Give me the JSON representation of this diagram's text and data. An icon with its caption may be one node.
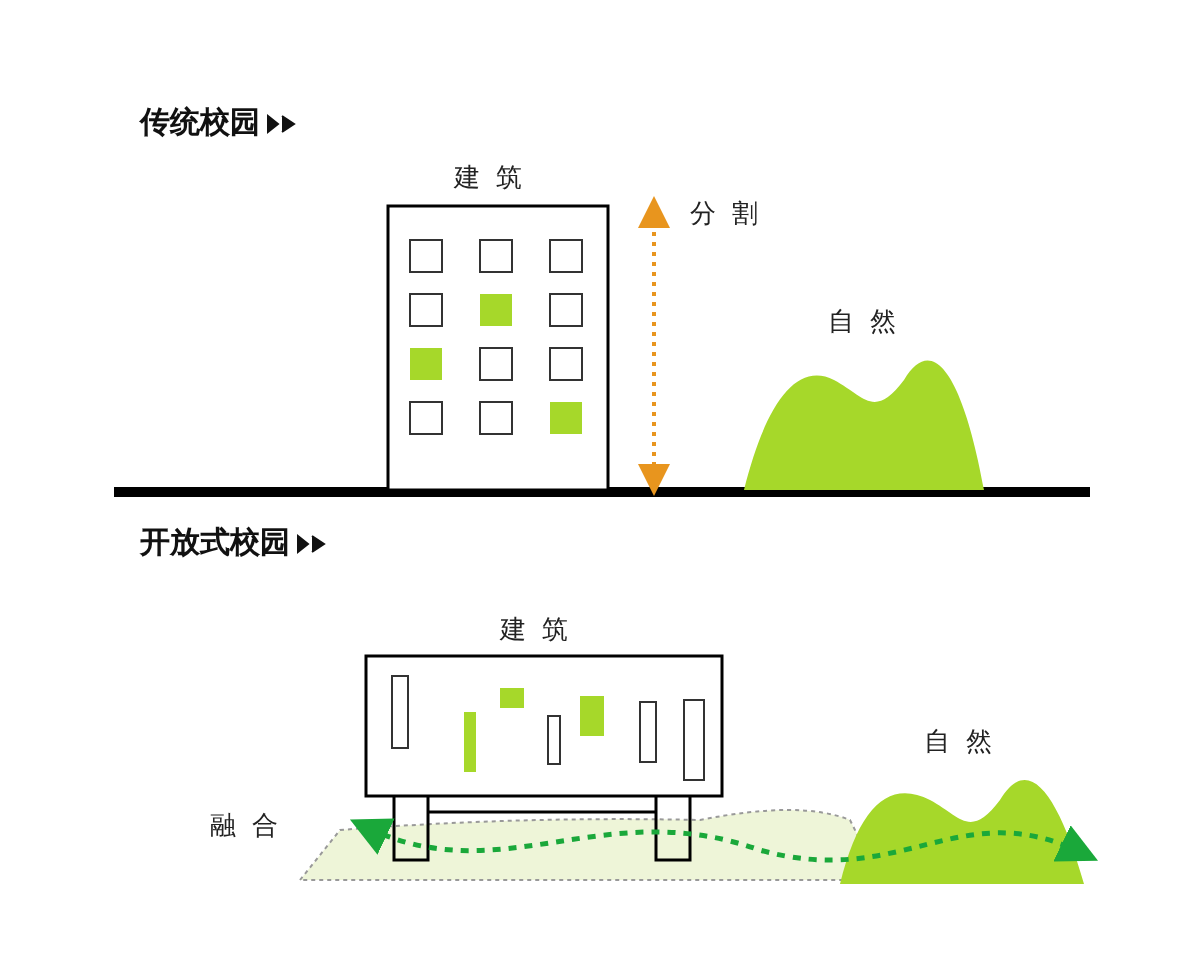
{
  "diagram": {
    "nodes": [
      {
        "text": [
          "建筑"
        ]
      },
      {
        "text": [
          "自然"
        ]
      },
      {
        "text": [
          "建筑"
        ]
      },
      {
        "text": [
          "自然"
        ]
      }
    ],
    "edges": [
      {
        "from": 2,
        "to": 3,
        "arrow": "both",
        "style": "dashed",
        "color": "#1aa83a"
      }
    ],
    "labels": [
      "传统校园",
      "分割",
      "开放式校园",
      "融合"
    ]
  }
}
